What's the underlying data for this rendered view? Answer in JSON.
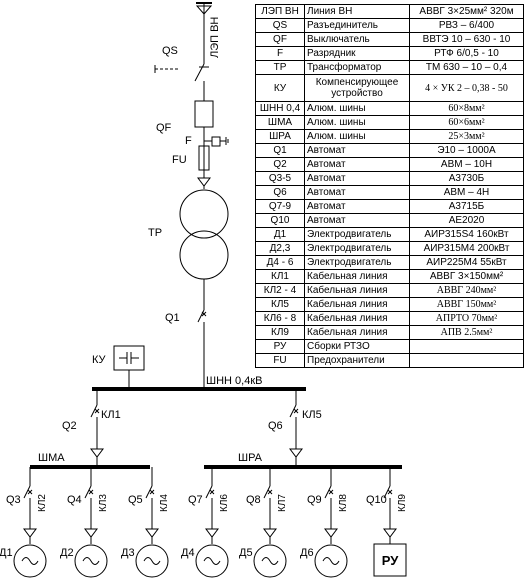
{
  "diagram": {
    "line_label": "ЛЭП ВН",
    "labels": {
      "qs": "QS",
      "qf": "QF",
      "f": "F",
      "fu": "FU",
      "tp": "ТР",
      "q1": "Q1",
      "ku": "КУ",
      "bus_main": "ШНН 0,4кВ",
      "q2": "Q2",
      "q6": "Q6",
      "kl1": "КЛ1",
      "kl5": "КЛ5",
      "shma": "ШМА",
      "shra": "ШРА"
    },
    "feeders": [
      {
        "q": "Q3",
        "kl": "КЛ2",
        "load": "Д1"
      },
      {
        "q": "Q4",
        "kl": "КЛ3",
        "load": "Д2"
      },
      {
        "q": "Q5",
        "kl": "КЛ4",
        "load": "Д3"
      },
      {
        "q": "Q7",
        "kl": "КЛ6",
        "load": "Д4"
      },
      {
        "q": "Q8",
        "kl": "КЛ7",
        "load": "Д5"
      },
      {
        "q": "Q9",
        "kl": "КЛ8",
        "load": "Д6"
      },
      {
        "q": "Q10",
        "kl": "КЛ9",
        "load": "РУ"
      }
    ]
  },
  "spec_table": {
    "rows": [
      [
        "ЛЭП ВН",
        "Линия ВН",
        "АВВГ 3×25мм² 320м"
      ],
      [
        "QS",
        "Разъединитель",
        "РВЗ – 6/400"
      ],
      [
        "QF",
        "Выключатель",
        "ВВТЭ 10 – 630 - 10"
      ],
      [
        "F",
        "Разрядник",
        "РТФ 6/0,5 - 10"
      ],
      [
        "ТР",
        "Трансформатор",
        "ТМ 630 – 10 – 0,4"
      ],
      [
        "КУ",
        "Компенсирующее устройство",
        "4 × УК 2 – 0,38 - 50"
      ],
      [
        "ШНН 0,4",
        "Алюм. шины",
        "60×8мм²"
      ],
      [
        "ШМА",
        "Алюм. шины",
        "60×6мм²"
      ],
      [
        "ШРА",
        "Алюм. шины",
        "25×3мм²"
      ],
      [
        "Q1",
        "Автомат",
        "Э10 – 1000А"
      ],
      [
        "Q2",
        "Автомат",
        "АВМ – 10Н"
      ],
      [
        "Q3-5",
        "Автомат",
        "А3730Б"
      ],
      [
        "Q6",
        "Автомат",
        "АВМ – 4Н"
      ],
      [
        "Q7-9",
        "Автомат",
        "А3715Б"
      ],
      [
        "Q10",
        "Автомат",
        "АЕ2020"
      ],
      [
        "Д1",
        "Электродвигатель",
        "АИР315S4 160кВт"
      ],
      [
        "Д2,3",
        "Электродвигатель",
        "АИР315М4 200кВт"
      ],
      [
        "Д4 - 6",
        "Электродвигатель",
        "АИР225М4 55кВт"
      ],
      [
        "КЛ1",
        "Кабельная линия",
        "АВВГ 3×150мм²"
      ],
      [
        "КЛ2 - 4",
        "Кабельная линия",
        "АВВГ 240мм²"
      ],
      [
        "КЛ5",
        "Кабельная линия",
        "АВВГ 150мм²"
      ],
      [
        "КЛ6 - 8",
        "Кабельная линия",
        "АПРТО 70мм²"
      ],
      [
        "КЛ9",
        "Кабельная линия",
        "АПВ 2.5мм²"
      ],
      [
        "РУ",
        "Сборки РТЗО",
        ""
      ],
      [
        "FU",
        "Предохранители",
        ""
      ]
    ]
  }
}
